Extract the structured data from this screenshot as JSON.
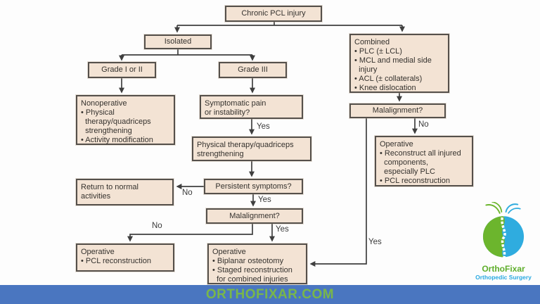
{
  "diagram": {
    "nodes": {
      "chronic": {
        "lines": [
          "Chronic PCL injury"
        ]
      },
      "isolated": {
        "lines": [
          "Isolated"
        ]
      },
      "combined": {
        "lines": [
          "Combined",
          "• PLC (± LCL)",
          "• MCL and medial side",
          "  injury",
          "• ACL (± collaterals)",
          "• Knee dislocation"
        ]
      },
      "grade_1_or_2": {
        "lines": [
          "Grade I or II"
        ]
      },
      "grade_3": {
        "lines": [
          "Grade III"
        ]
      },
      "nonoperative": {
        "lines": [
          "Nonoperative",
          "• Physical",
          "  therapy/quadriceps",
          "  strengthening",
          "• Activity modification"
        ]
      },
      "symptomatic": {
        "lines": [
          "Symptomatic pain",
          "or instability?"
        ]
      },
      "physical_therapy": {
        "lines": [
          "Physical therapy/quadriceps",
          "strengthening"
        ]
      },
      "persistent": {
        "lines": [
          "Persistent symptoms?"
        ]
      },
      "return_normal": {
        "lines": [
          "Return to normal",
          "activities"
        ]
      },
      "malalignment_mid": {
        "lines": [
          "Malalignment?"
        ]
      },
      "operative_left": {
        "lines": [
          "Operative",
          "• PCL reconstruction"
        ]
      },
      "operative_mid": {
        "lines": [
          "Operative",
          "• Biplanar osteotomy",
          "• Staged reconstruction",
          "  for combined injuries"
        ]
      },
      "malalignment_right": {
        "lines": [
          "Malalignment?"
        ]
      },
      "operative_right": {
        "lines": [
          "Operative",
          "• Reconstruct all injured",
          "  components,",
          "  especially PLC",
          "• PCL reconstruction"
        ]
      }
    },
    "edge_labels": {
      "symptomatic_yes": "Yes",
      "persistent_no": "No",
      "persistent_yes": "Yes",
      "malalignment_mid_no": "No",
      "malalignment_mid_yes": "Yes",
      "malalignment_right_no": "No",
      "malalignment_right_yes": "Yes"
    }
  },
  "footer": {
    "site": "ORTHOFIXAR.COM"
  },
  "logo": {
    "name": "OrthoFixar",
    "tagline": "Orthopedic Surgery"
  },
  "colors": {
    "node_fill": "#f3e3d4",
    "node_border": "#55504b",
    "connector": "#3f3f3f",
    "banner_bg": "#4a76c0",
    "banner_text": "#79b74a",
    "logo_green": "#6cb52d",
    "logo_blue": "#2facdf"
  }
}
